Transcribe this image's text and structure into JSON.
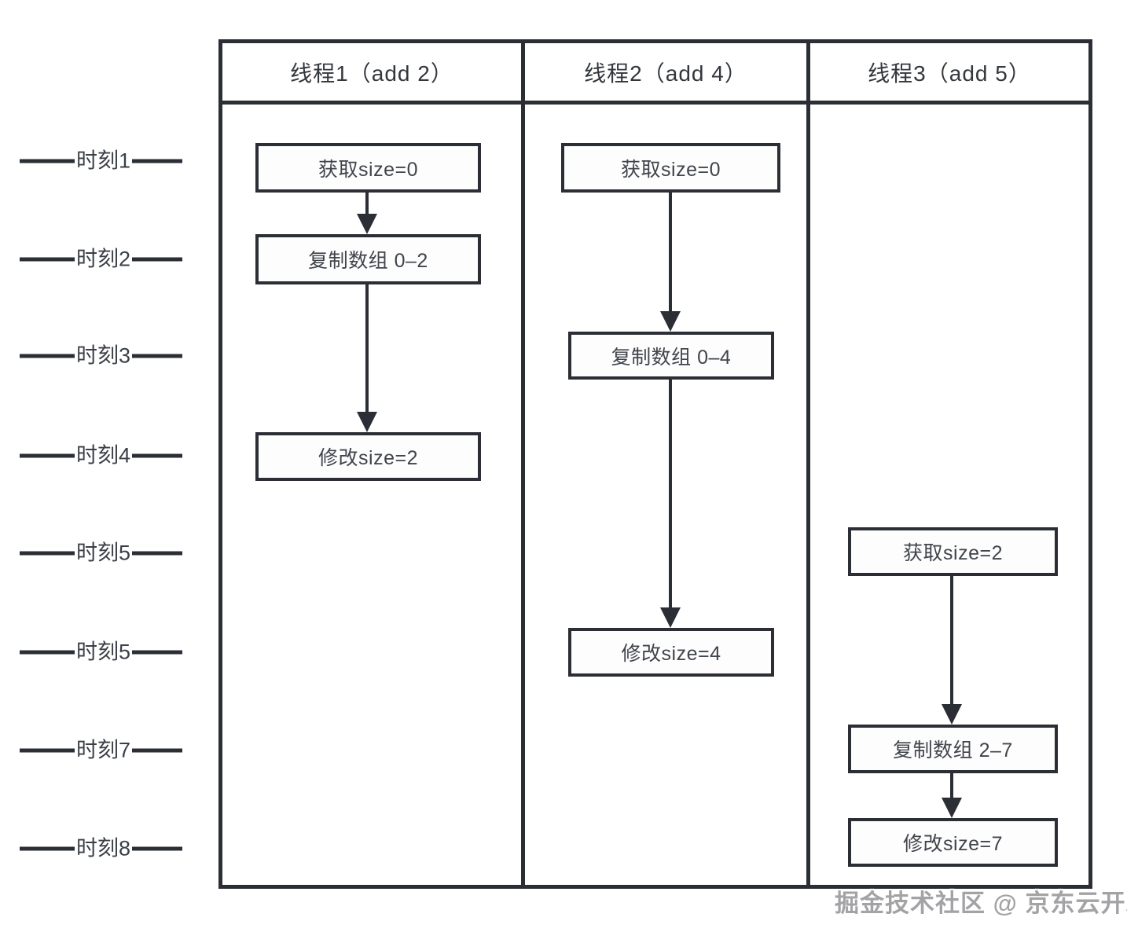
{
  "timeline": {
    "labels": [
      "时刻1",
      "时刻2",
      "时刻3",
      "时刻4",
      "时刻5",
      "时刻5",
      "时刻7",
      "时刻8"
    ]
  },
  "columns": [
    {
      "header": "线程1（add 2）",
      "boxes": [
        "获取size=0",
        "复制数组 0–2",
        "修改size=2"
      ]
    },
    {
      "header": "线程2（add 4）",
      "boxes": [
        "获取size=0",
        "复制数组 0–4",
        "修改size=4"
      ]
    },
    {
      "header": "线程3（add 5）",
      "boxes": [
        "获取size=2",
        "复制数组 2–7",
        "修改size=7"
      ]
    }
  ],
  "watermark": "掘金技术社区 @ 京东云开发者",
  "colors": {
    "line": "#2b2e35",
    "header_text": "#33373d",
    "box_text": "#40444b",
    "watermark_text": "#a3a2a4"
  }
}
